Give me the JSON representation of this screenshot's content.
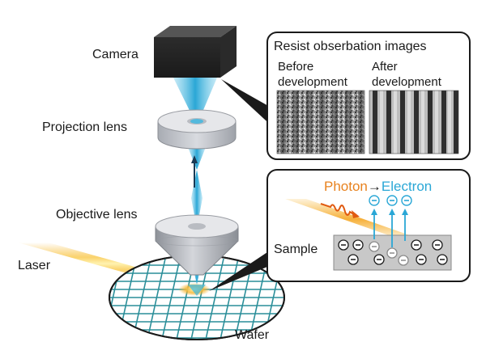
{
  "labels": {
    "camera": "Camera",
    "projection_lens": "Projection lens",
    "objective_lens": "Objective lens",
    "laser": "Laser",
    "wafer": "Wafer"
  },
  "resist_panel": {
    "title": "Resist obserbation images",
    "before_line1": "Before",
    "before_line2": "development",
    "after_line1": "After",
    "after_line2": "development"
  },
  "pe_panel": {
    "photon": "Photon",
    "arrow": "→",
    "electron": "Electron",
    "sample": "Sample"
  },
  "colors": {
    "photon": "#e8821e",
    "electron": "#2aa7d6",
    "beam": "#39b8e3",
    "laser": "#f7b733",
    "grid": "#2a8e99",
    "sample_fill": "#c8c8c8"
  }
}
